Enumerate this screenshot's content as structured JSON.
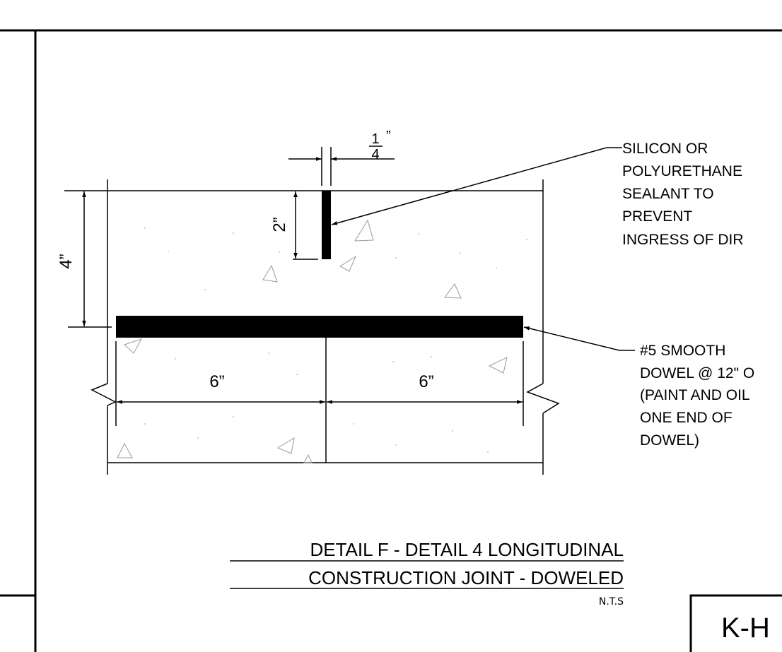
{
  "detail": {
    "title_line1": "DETAIL F - DETAIL 4 LONGITUDINAL",
    "title_line2": "CONSTRUCTION JOINT - DOWELED",
    "scale": "N.T.S"
  },
  "dimensions": {
    "saw_cut_width_num": "1",
    "saw_cut_width_den": "4",
    "saw_cut_width_unit": "”",
    "saw_cut_depth": "2”",
    "slab_depth": "4”",
    "dowel_left_embed": "6”",
    "dowel_right_embed": "6”"
  },
  "callouts": {
    "sealant": [
      "SILICON OR",
      "POLYURETHANE",
      "SEALANT TO",
      "PREVENT",
      "INGRESS OF DIR"
    ],
    "dowel": [
      "#5 SMOOTH",
      "DOWEL @ 12\" O",
      "(PAINT AND OIL",
      "ONE END OF",
      "DOWEL)"
    ]
  },
  "sheet": {
    "sheet_id": "K-H"
  },
  "colors": {
    "ink": "#000000",
    "aggregate": "#9a9a9a",
    "paper": "#ffffff"
  }
}
